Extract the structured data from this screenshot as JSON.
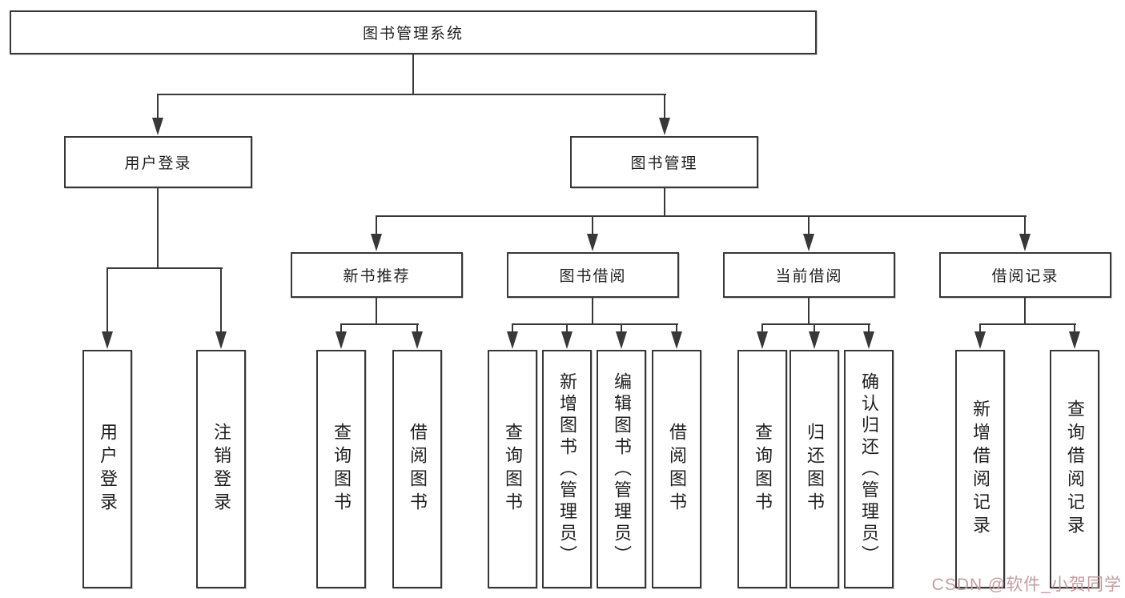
{
  "page": {
    "background_color": "#ffffff",
    "line_color": "#383838",
    "text_color": "#1f1f1f"
  },
  "tree": {
    "root": {
      "label": "图书管理系统"
    },
    "branches": [
      {
        "label": "用户登录",
        "children": [
          "用户登录",
          "注销登录"
        ]
      },
      {
        "label": "图书管理",
        "sections": [
          {
            "label": "新书推荐",
            "children": [
              "查询图书",
              "借阅图书"
            ]
          },
          {
            "label": "图书借阅",
            "children": [
              "查询图书",
              "新增图书（管理员）",
              "编辑图书（管理员）",
              "借阅图书"
            ]
          },
          {
            "label": "当前借阅",
            "children": [
              "查询图书",
              "归还图书",
              "确认归还（管理员）"
            ]
          },
          {
            "label": "借阅记录",
            "children": [
              "新增借阅记录",
              "查询借阅记录"
            ]
          }
        ]
      }
    ]
  },
  "watermark": {
    "text": "CSDN @软件_小贺同学",
    "color": "#c79ba1"
  }
}
